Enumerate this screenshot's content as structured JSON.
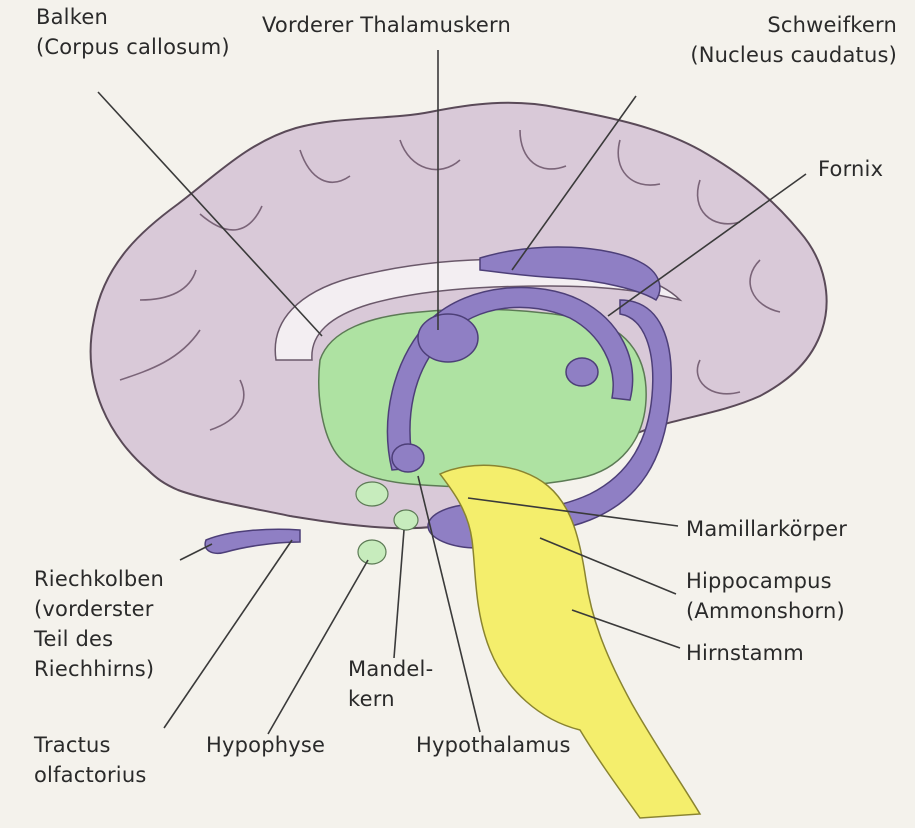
{
  "labels": {
    "balken": [
      "Balken",
      "(Corpus callosum)"
    ],
    "thalamus": [
      "Vorderer Thalamuskern"
    ],
    "schweifkern": [
      "Schweifkern",
      "(Nucleus caudatus)"
    ],
    "fornix": [
      "Fornix"
    ],
    "mamillar": [
      "Mamillarkörper"
    ],
    "hippocampus": [
      "Hippocampus",
      "(Ammonshorn)"
    ],
    "hirnstamm": [
      "Hirnstamm"
    ],
    "riechkolben": [
      "Riechkolben",
      "(vorderster",
      "Teil des",
      "Riechhirns)"
    ],
    "mandelkern": [
      "Mandel-",
      "kern"
    ],
    "tractus": [
      "Tractus",
      "olfactorius"
    ],
    "hypophyse": [
      "Hypophyse"
    ],
    "hypothalamus": [
      "Hypothalamus"
    ]
  },
  "colors": {
    "cortex": "#d9c9d8",
    "limbic": "#8f7fc4",
    "diencephalon": "#aee2a2",
    "brainstem": "#f4ee6c",
    "callosum": "#f3eef2"
  }
}
